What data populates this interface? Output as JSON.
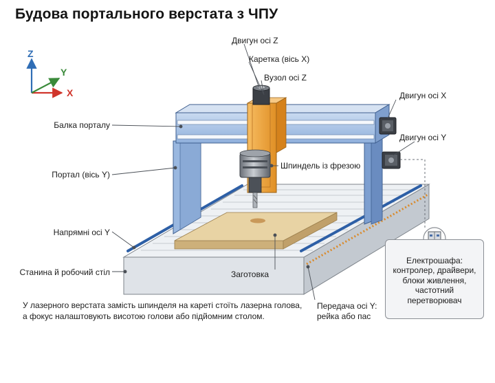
{
  "title": "Будова портального верстата з ЧПУ",
  "axes": {
    "z": "Z",
    "y": "Y",
    "x": "X"
  },
  "labels": {
    "motor_z": "Двигун осі Z",
    "carriage_x": "Каретка (вісь X)",
    "z_assembly": "Вузол осі Z",
    "motor_x": "Двигун осі X",
    "motor_y": "Двигун осі Y",
    "gantry_beam": "Балка порталу",
    "gantry_y": "Портал (вісь Y)",
    "spindle": "Шпиндель із фрезою",
    "y_guides": "Напрямні осі Y",
    "bed_table": "Станина й робочий стіл",
    "workpiece": "Заготовка",
    "y_drive_line1": "Передача осі Y:",
    "y_drive_line2": "рейка або пас"
  },
  "cabinet": {
    "line1": "Електрошафа:",
    "line2": "контролер, драйвери,",
    "line3": "блоки живлення,",
    "line4": "частотний",
    "line5": "перетворювач"
  },
  "note": {
    "line1": "У лазерного верстата замість шпинделя на кареті стоїть лазерна голова,",
    "line2": "а фокус налаштовують висотою голови або підйомним столом."
  },
  "colors": {
    "axis_blue": "#2f6db5",
    "axis_green": "#3a8a3a",
    "axis_red": "#d0352b",
    "gantry_blue": "#9ab8e0",
    "carriage_orange": "#f0a640",
    "workpiece_tan": "#e8d3a4",
    "drive_dots": "#d98a2b"
  }
}
